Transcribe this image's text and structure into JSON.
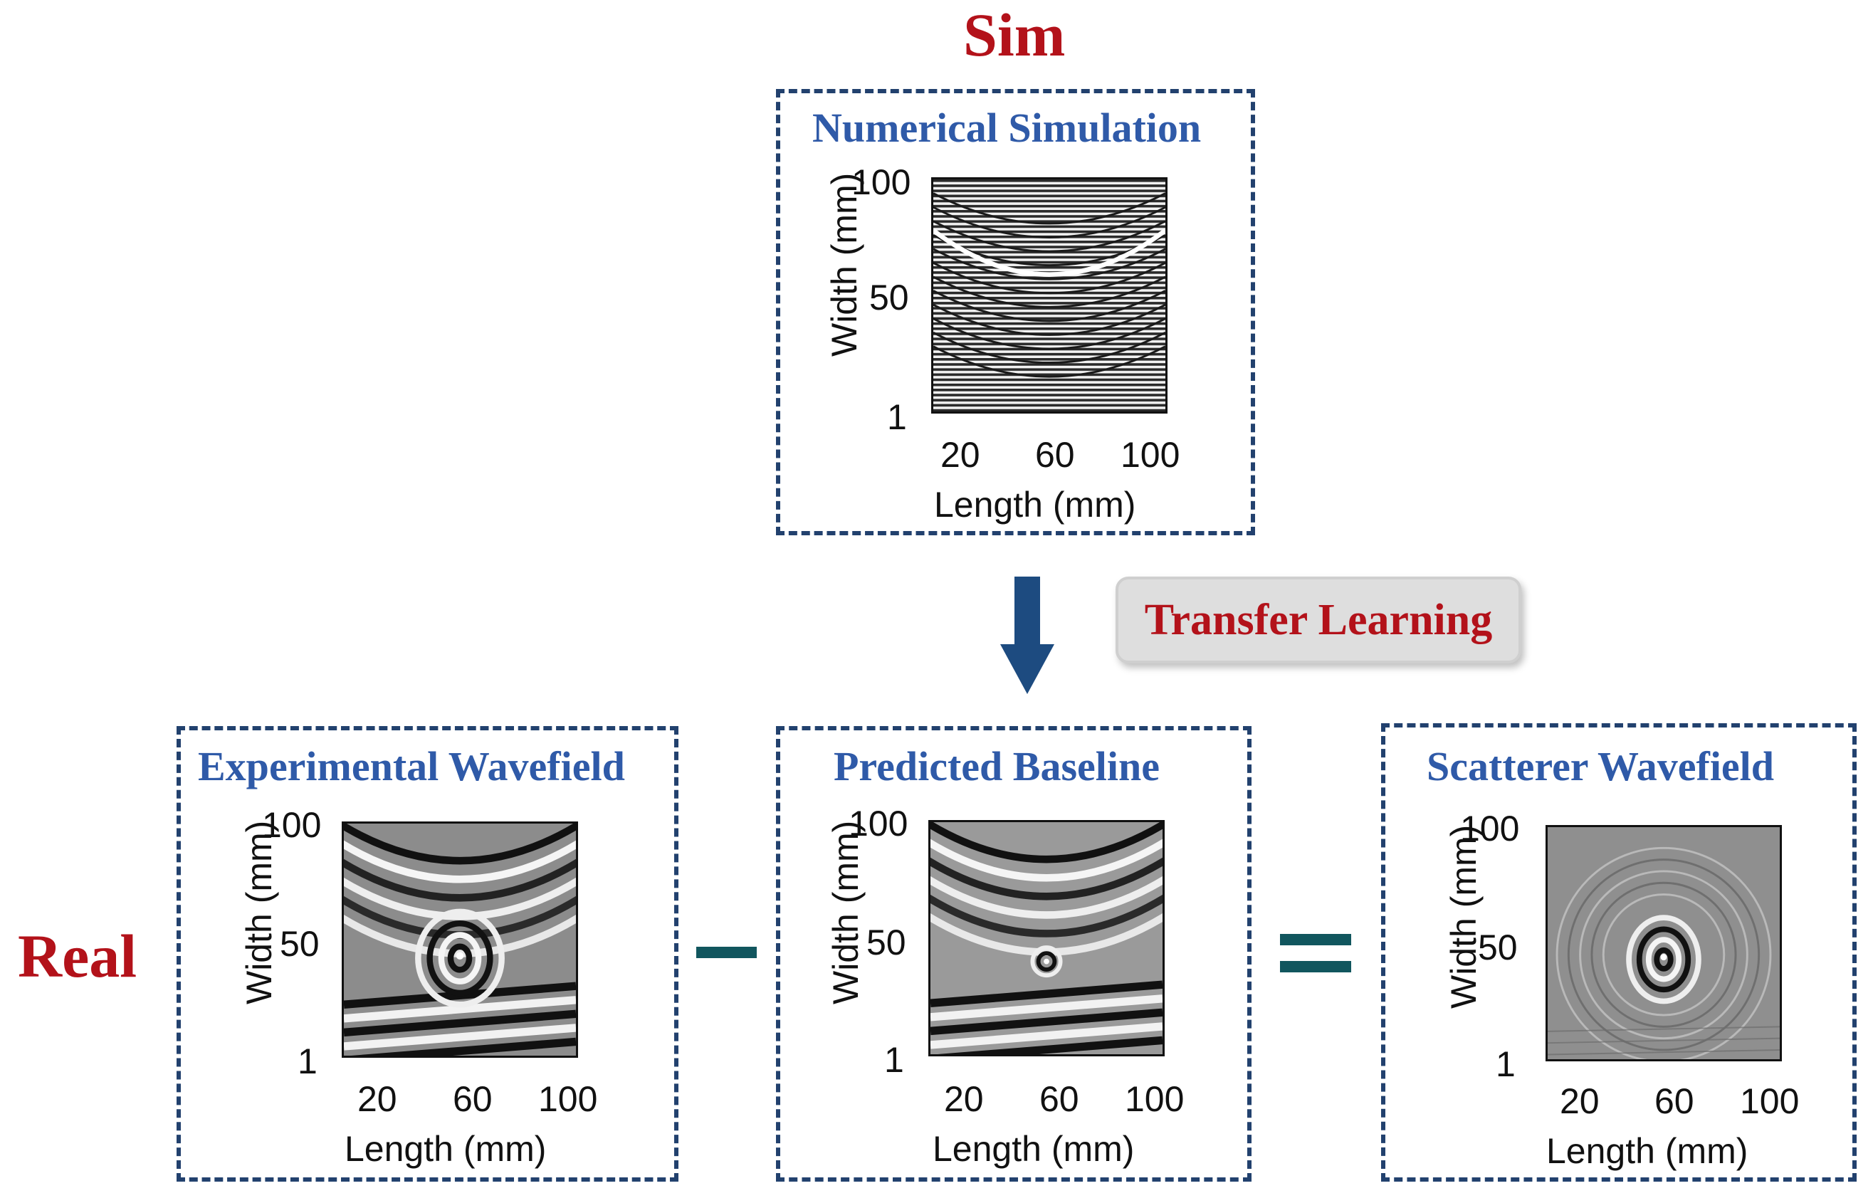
{
  "labels": {
    "sim": "Sim",
    "real": "Real",
    "transfer": "Transfer Learning"
  },
  "panels": {
    "simulation": {
      "title": "Numerical Simulation"
    },
    "experimental": {
      "title": "Experimental Wavefield"
    },
    "predicted": {
      "title": "Predicted Baseline"
    },
    "scatterer": {
      "title": "Scatterer Wavefield"
    }
  },
  "axes": {
    "ylabel": "Width (mm)",
    "xlabel": "Length (mm)",
    "yticks": [
      "100",
      "50",
      "1"
    ],
    "xticks": [
      "20",
      "60",
      "100"
    ]
  },
  "colors": {
    "title_red": "#b3121a",
    "panel_title_blue": "#2f5aa8",
    "dash_border": "#22416e",
    "arrow": "#1d4b80",
    "operator_teal": "#11565e"
  },
  "icons": {
    "arrow": "down-arrow-icon",
    "minus": "minus-icon",
    "equals": "equals-icon"
  }
}
